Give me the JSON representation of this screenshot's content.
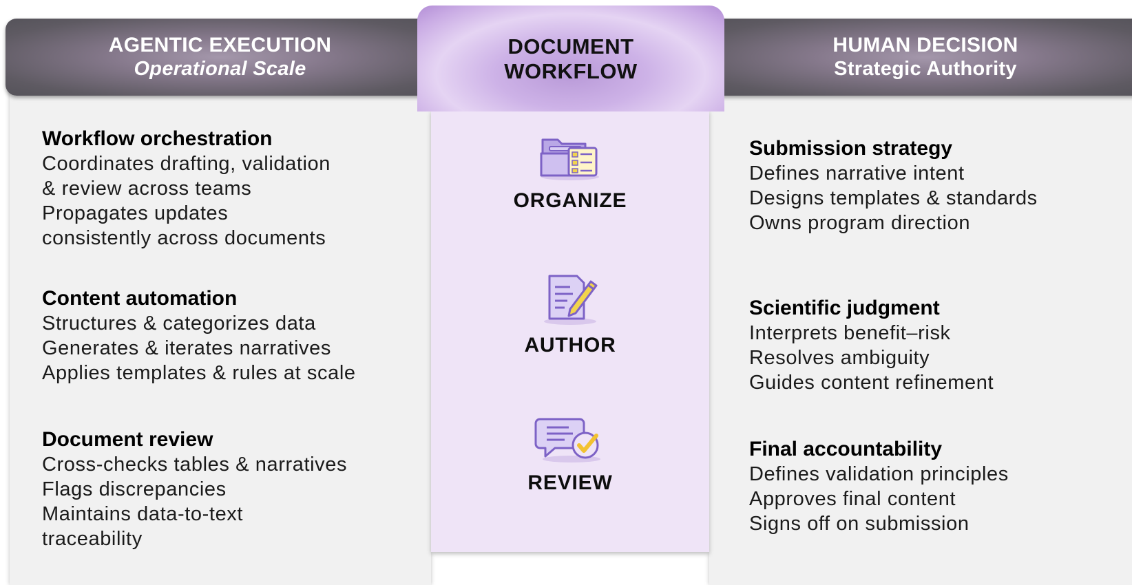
{
  "left": {
    "header_title": "AGENTIC EXECUTION",
    "header_subtitle": "Operational Scale",
    "sections": [
      {
        "title": "Workflow orchestration",
        "lines": [
          "Coordinates drafting, validation",
          "& review across teams",
          "Propagates updates",
          "consistently across documents"
        ]
      },
      {
        "title": "Content automation",
        "lines": [
          "Structures & categorizes data",
          "Generates & iterates narratives",
          "Applies templates & rules at scale"
        ]
      },
      {
        "title": "Document review",
        "lines": [
          "Cross-checks tables & narratives",
          "Flags discrepancies",
          "Maintains data-to-text",
          "traceability"
        ]
      }
    ]
  },
  "center": {
    "header_line1": "DOCUMENT",
    "header_line2": "WORKFLOW",
    "steps": [
      {
        "label": "ORGANIZE",
        "icon": "folder-checklist-icon"
      },
      {
        "label": "AUTHOR",
        "icon": "document-pencil-icon"
      },
      {
        "label": "REVIEW",
        "icon": "chat-checkmark-icon"
      }
    ]
  },
  "right": {
    "header_title": "HUMAN DECISION",
    "header_subtitle": "Strategic Authority",
    "sections": [
      {
        "title": "Submission strategy",
        "lines": [
          "Defines narrative intent",
          "Designs templates & standards",
          "Owns program direction"
        ]
      },
      {
        "title": "Scientific judgment",
        "lines": [
          "Interprets benefit–risk",
          "Resolves ambiguity",
          "Guides content refinement"
        ]
      },
      {
        "title": "Final accountability",
        "lines": [
          "Defines validation principles",
          "Approves final content",
          "Signs off on submission"
        ]
      }
    ]
  },
  "colors": {
    "accent_purple": "#7d62c6",
    "icon_yellow": "#f2d44c",
    "panel_gray": "#f1f1f1",
    "center_lavender": "#efe4f7"
  }
}
